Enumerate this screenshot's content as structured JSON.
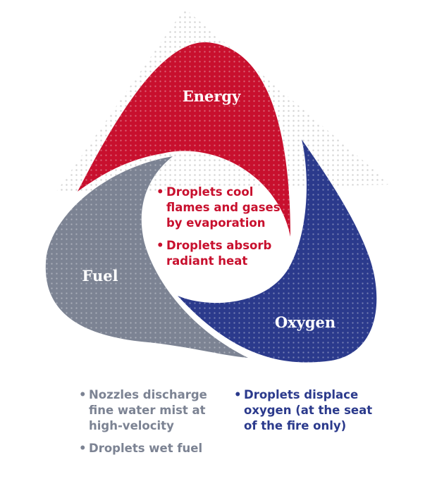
{
  "colors": {
    "energy": "#c8102e",
    "oxygen": "#2b3a8c",
    "fuel": "#7c8393",
    "dots": "#d8d8d8"
  },
  "segments": {
    "energy": {
      "label": "Energy",
      "bullets": [
        "Droplets cool flames and gases by evaporation",
        "Droplets absorb radiant heat"
      ]
    },
    "fuel": {
      "label": "Fuel",
      "bullets": [
        "Nozzles discharge fine water mist at high-velocity",
        "Droplets wet fuel"
      ]
    },
    "oxygen": {
      "label": "Oxygen",
      "bullets": [
        "Droplets displace oxygen (at the seat of the fire only)"
      ]
    }
  }
}
